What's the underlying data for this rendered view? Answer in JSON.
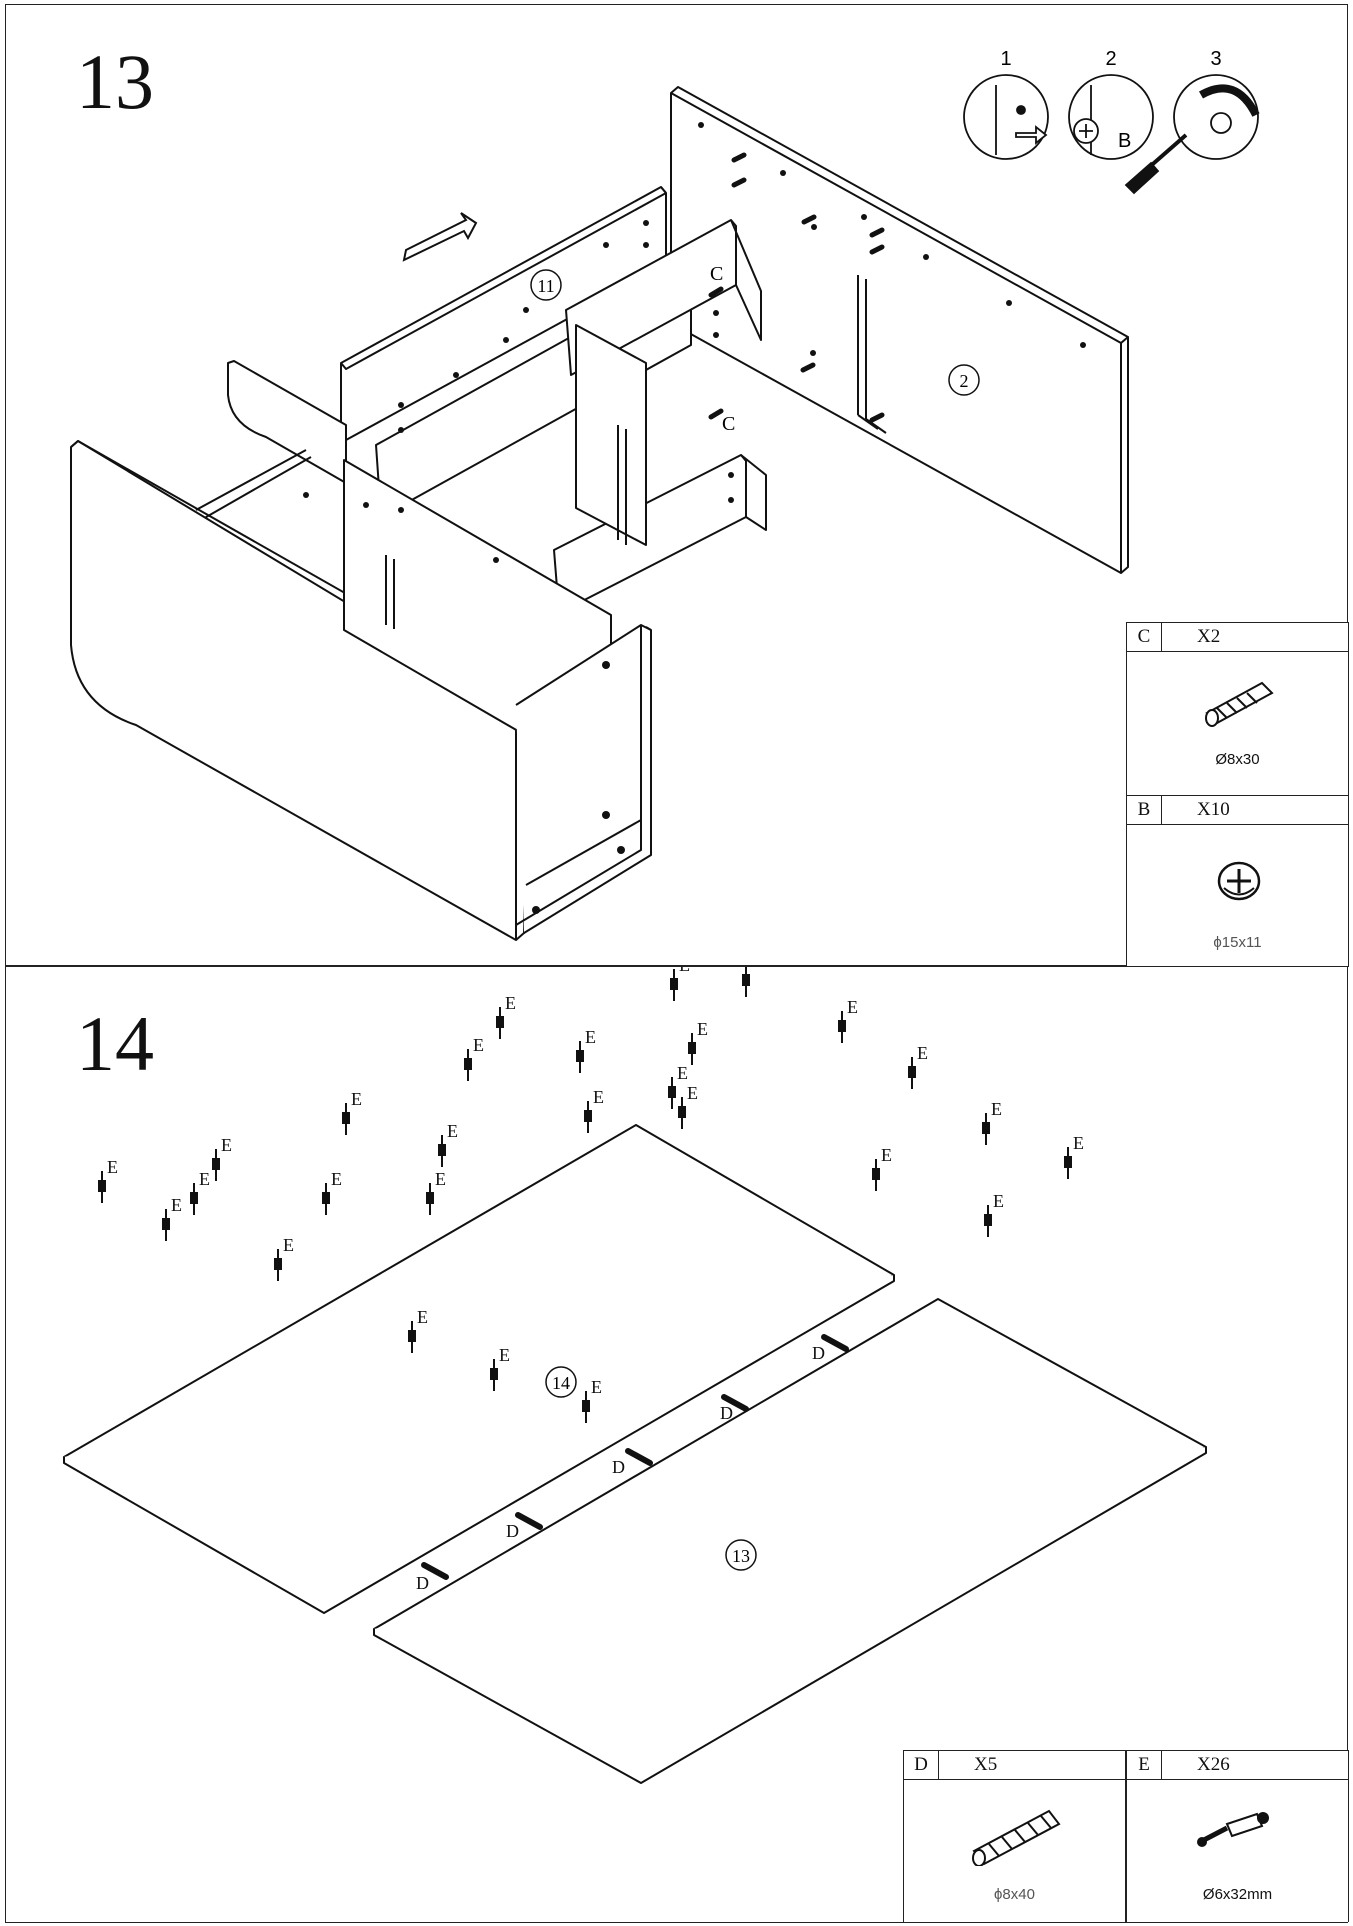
{
  "step13": {
    "number": "13",
    "detail_steps": [
      "1",
      "2",
      "3"
    ],
    "detail_letter": "B",
    "panel_labels": {
      "p11": "11",
      "p2": "2"
    },
    "hardware_callouts": [
      "C",
      "C"
    ],
    "hardware": [
      {
        "letter": "C",
        "qty": "X2",
        "size": "Ø8x30"
      },
      {
        "letter": "B",
        "qty": "X10",
        "size": "ϕ15x11"
      }
    ]
  },
  "step14": {
    "number": "14",
    "panel_labels": {
      "p14": "14",
      "p13": "13"
    },
    "hardware_callouts": {
      "d": "D",
      "e": "E"
    },
    "hardware": [
      {
        "letter": "D",
        "qty": "X5",
        "size": "ϕ8x40"
      },
      {
        "letter": "E",
        "qty": "X26",
        "size": "Ø6x32mm"
      }
    ]
  }
}
